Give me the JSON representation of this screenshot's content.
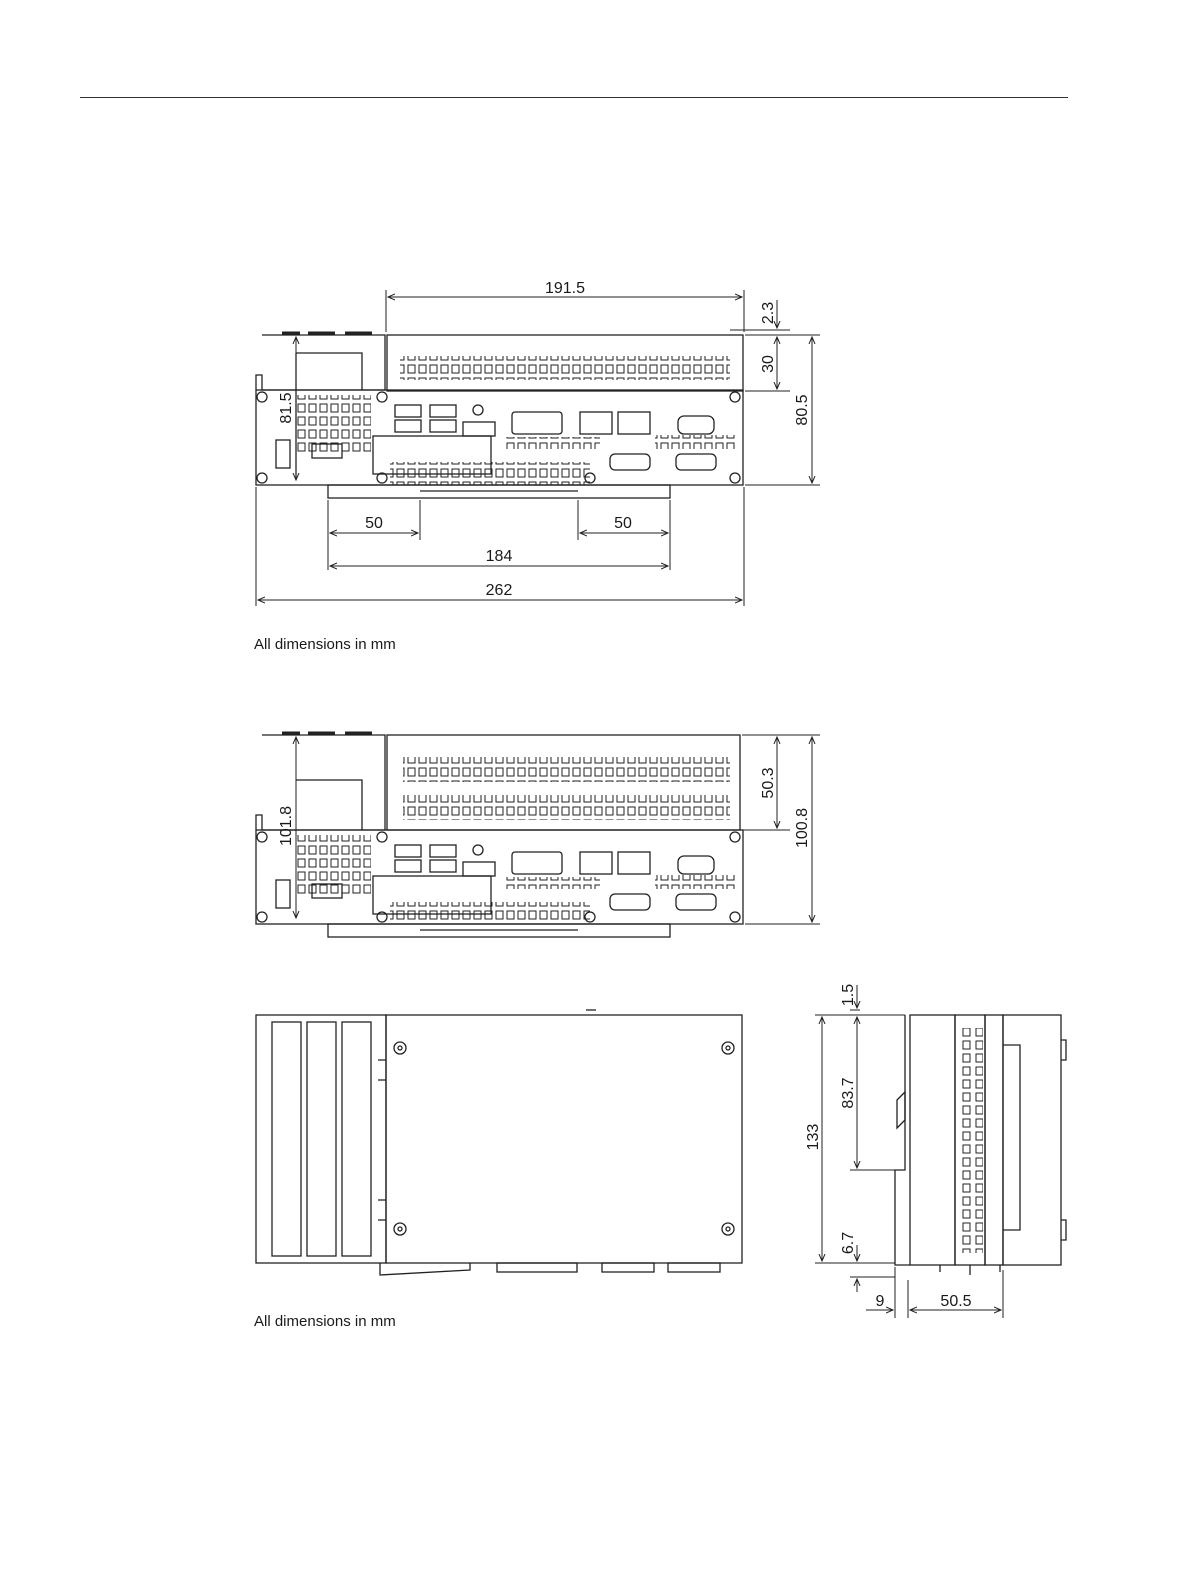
{
  "drawing_1": {
    "note": "All dimensions in mm",
    "dimensions": {
      "top_width": "191.5",
      "cover_step": "2.3",
      "cover_height": "30",
      "total_height": "80.5",
      "left_height": "81.5",
      "rail_left": "50",
      "rail_right": "50",
      "rail_width": "184",
      "total_width": "262"
    }
  },
  "drawing_2": {
    "dimensions": {
      "left_height": "101.8",
      "cover_height": "50.3",
      "total_height": "100.8"
    }
  },
  "drawing_3": {
    "note": "All dimensions in mm",
    "dimensions": {
      "top_offset": "1.5",
      "upper_height": "83.7",
      "total_depth": "133",
      "lower_offset": "6.7",
      "rail_offset": "9",
      "side_depth": "50.5"
    }
  }
}
